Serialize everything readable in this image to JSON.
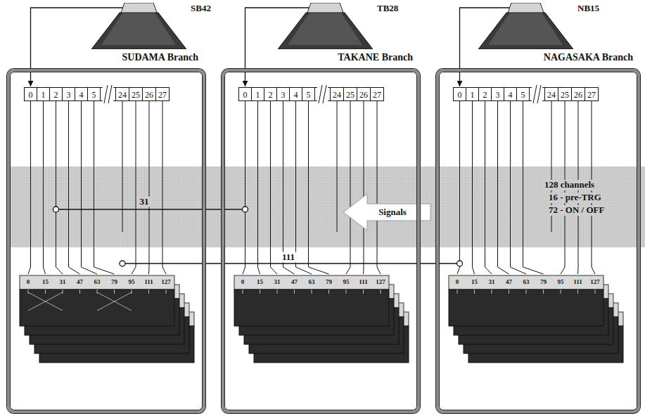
{
  "diagram": {
    "nodes": [
      {
        "text": [
          "SB42"
        ]
      },
      {
        "text": [
          "TB28"
        ]
      },
      {
        "text": [
          "NB15"
        ]
      },
      {
        "text": [
          "SUDAMA Branch"
        ]
      },
      {
        "text": [
          "0"
        ],
        "in": 3
      },
      {
        "text": [
          "1"
        ],
        "in": 3
      },
      {
        "text": [
          "2"
        ],
        "in": 3
      },
      {
        "text": [
          "3"
        ],
        "in": 3
      },
      {
        "text": [
          "4"
        ],
        "in": 3
      },
      {
        "text": [
          "5"
        ],
        "in": 3
      },
      {
        "text": [
          "24"
        ],
        "in": 3
      },
      {
        "text": [
          "25"
        ],
        "in": 3
      },
      {
        "text": [
          "26"
        ],
        "in": 3
      },
      {
        "text": [
          "27"
        ],
        "in": 3
      },
      {
        "text": [
          "TAKANE Branch"
        ]
      },
      {
        "text": [
          "0"
        ],
        "in": 14
      },
      {
        "text": [
          "1"
        ],
        "in": 14
      },
      {
        "text": [
          "2"
        ],
        "in": 14
      },
      {
        "text": [
          "3"
        ],
        "in": 14
      },
      {
        "text": [
          "4"
        ],
        "in": 14
      },
      {
        "text": [
          "5"
        ],
        "in": 14
      },
      {
        "text": [
          "24"
        ],
        "in": 14
      },
      {
        "text": [
          "25"
        ],
        "in": 14
      },
      {
        "text": [
          "26"
        ],
        "in": 14
      },
      {
        "text": [
          "27"
        ],
        "in": 14
      },
      {
        "text": [
          "NAGASAKA Branch"
        ]
      },
      {
        "text": [
          "0"
        ],
        "in": 25
      },
      {
        "text": [
          "1"
        ],
        "in": 25
      },
      {
        "text": [
          "2"
        ],
        "in": 25
      },
      {
        "text": [
          "3"
        ],
        "in": 25
      },
      {
        "text": [
          "4"
        ],
        "in": 25
      },
      {
        "text": [
          "5"
        ],
        "in": 25
      },
      {
        "text": [
          "24"
        ],
        "in": 25
      },
      {
        "text": [
          "25"
        ],
        "in": 25
      },
      {
        "text": [
          "26"
        ],
        "in": 25
      },
      {
        "text": [
          "27"
        ],
        "in": 25
      }
    ],
    "edges": [
      {
        "from": 0,
        "to": 4,
        "arrow": "to"
      },
      {
        "from": 1,
        "to": 15,
        "arrow": "to"
      },
      {
        "from": 2,
        "to": 26,
        "arrow": "to"
      }
    ],
    "labels": [
      "Signals",
      "128 channels",
      "16 - pre-TRG",
      "72 - ON / OFF",
      "31",
      "111",
      "0",
      "15",
      "31",
      "47",
      "63",
      "79",
      "95",
      "111",
      "127",
      "0",
      "15",
      "31",
      "47",
      "63",
      "79",
      "95",
      "111",
      "127",
      "0",
      "15",
      "31",
      "47",
      "63",
      "79",
      "95",
      "111",
      "127"
    ]
  }
}
